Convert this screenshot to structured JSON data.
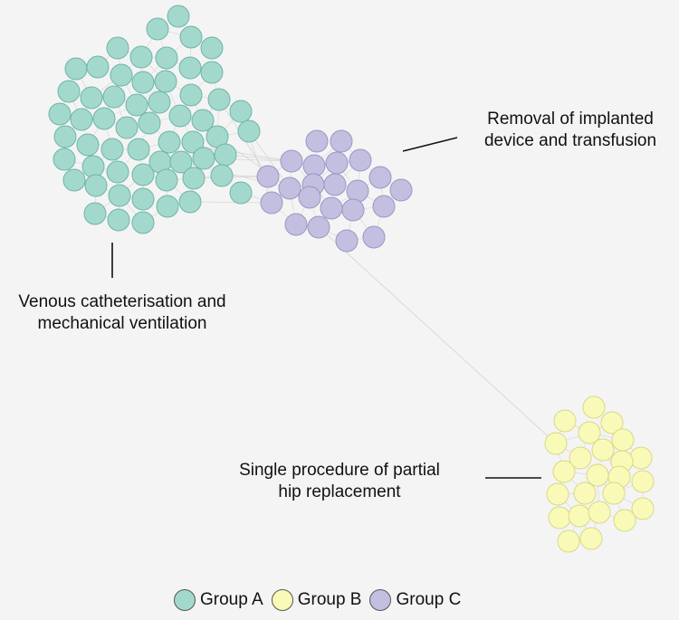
{
  "groups": [
    {
      "id": "A",
      "name": "Group A",
      "color": "#a3d9cc",
      "stroke": "#6fb5a5",
      "label": "Venous catheterisation and mechanical ventilation"
    },
    {
      "id": "B",
      "name": "Group B",
      "color": "#fafab8",
      "stroke": "#d8d88a",
      "label": "Single procedure of partial hip replacement"
    },
    {
      "id": "C",
      "name": "Group C",
      "color": "#c3bfe0",
      "stroke": "#9b96c4",
      "label": "Removal of implanted device and transfusion"
    }
  ],
  "annotations": {
    "a_line1": "Venous catheterisation and",
    "a_line2": "mechanical ventilation",
    "c_line1": "Removal of implanted",
    "c_line2": "device and transfusion",
    "b_line1": "Single procedure of partial",
    "b_line2": "hip replacement"
  },
  "legend": {
    "a": "Group A",
    "b": "Group B",
    "c": "Group C"
  }
}
